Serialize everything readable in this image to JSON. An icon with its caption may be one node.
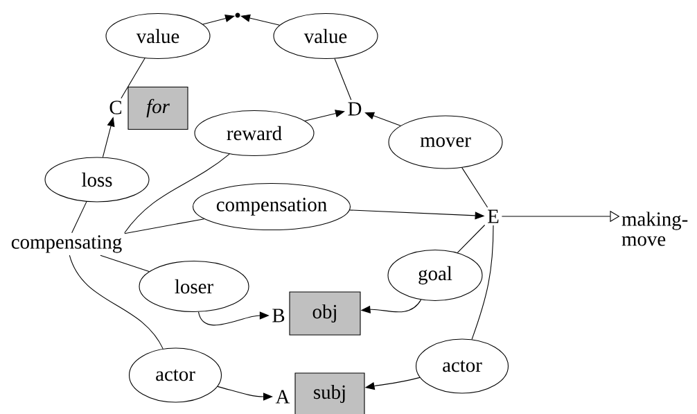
{
  "diagram": {
    "nodes": [
      {
        "text": [],
        "shape": "circle"
      },
      {
        "text": [
          "value"
        ]
      },
      {
        "text": [
          "value"
        ]
      },
      {
        "text": [
          "C"
        ]
      },
      {
        "text": [
          "for"
        ]
      },
      {
        "text": [
          "reward"
        ]
      },
      {
        "text": [
          "D"
        ]
      },
      {
        "text": [
          "mover"
        ]
      },
      {
        "text": [
          "loss"
        ]
      },
      {
        "text": [
          "compensation"
        ]
      },
      {
        "text": [
          "E"
        ]
      },
      {
        "text": [
          "making-move"
        ]
      },
      {
        "text": [
          "compensating"
        ]
      },
      {
        "text": [
          "loser"
        ]
      },
      {
        "text": [
          "goal"
        ]
      },
      {
        "text": [
          "B"
        ]
      },
      {
        "text": [
          "obj"
        ]
      },
      {
        "text": [
          "actor"
        ]
      },
      {
        "text": [
          "actor"
        ]
      },
      {
        "text": [
          "A"
        ]
      },
      {
        "text": [
          "subj"
        ]
      }
    ],
    "edges": [
      {
        "from": 1,
        "to": 0,
        "arrow": "to"
      },
      {
        "from": 2,
        "to": 0,
        "arrow": "to"
      },
      {
        "from": 3,
        "to": 1,
        "arrow": "none"
      },
      {
        "from": 8,
        "to": 3,
        "arrow": "to"
      },
      {
        "from": 6,
        "to": 2,
        "arrow": "none"
      },
      {
        "from": 5,
        "to": 6,
        "arrow": "to"
      },
      {
        "from": 7,
        "to": 6,
        "arrow": "to"
      },
      {
        "from": 10,
        "to": 7,
        "arrow": "none"
      },
      {
        "from": 9,
        "to": 10,
        "arrow": "to"
      },
      {
        "from": 10,
        "to": 11,
        "arrow": "to"
      },
      {
        "from": 10,
        "to": 14,
        "arrow": "none"
      },
      {
        "from": 14,
        "to": 16,
        "arrow": "to"
      },
      {
        "from": 10,
        "to": 18,
        "arrow": "none"
      },
      {
        "from": 18,
        "to": 20,
        "arrow": "to"
      },
      {
        "from": 12,
        "to": 8,
        "arrow": "none"
      },
      {
        "from": 12,
        "to": 5,
        "arrow": "none"
      },
      {
        "from": 12,
        "to": 9,
        "arrow": "none"
      },
      {
        "from": 12,
        "to": 13,
        "arrow": "none"
      },
      {
        "from": 12,
        "to": 17,
        "arrow": "none"
      },
      {
        "from": 13,
        "to": 15,
        "arrow": "to"
      },
      {
        "from": 17,
        "to": 19,
        "arrow": "to"
      }
    ]
  }
}
